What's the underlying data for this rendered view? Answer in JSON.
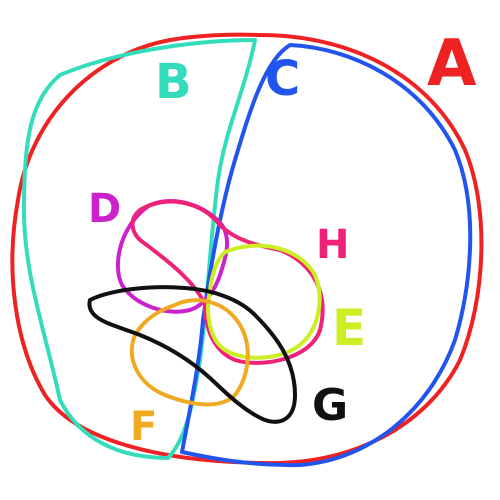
{
  "diagram": {
    "type": "venn-like hand-drawn set diagram",
    "sets": [
      {
        "id": "A",
        "label": "A",
        "color": "#ee2222"
      },
      {
        "id": "B",
        "label": "B",
        "color": "#33ddbb"
      },
      {
        "id": "C",
        "label": "C",
        "color": "#2255ee"
      },
      {
        "id": "D",
        "label": "D",
        "color": "#cc22cc"
      },
      {
        "id": "E",
        "label": "E",
        "color": "#ccee22"
      },
      {
        "id": "F",
        "label": "F",
        "color": "#eeaa22"
      },
      {
        "id": "G",
        "label": "G",
        "color": "#111111"
      },
      {
        "id": "H",
        "label": "H",
        "color": "#ee2277"
      }
    ]
  }
}
